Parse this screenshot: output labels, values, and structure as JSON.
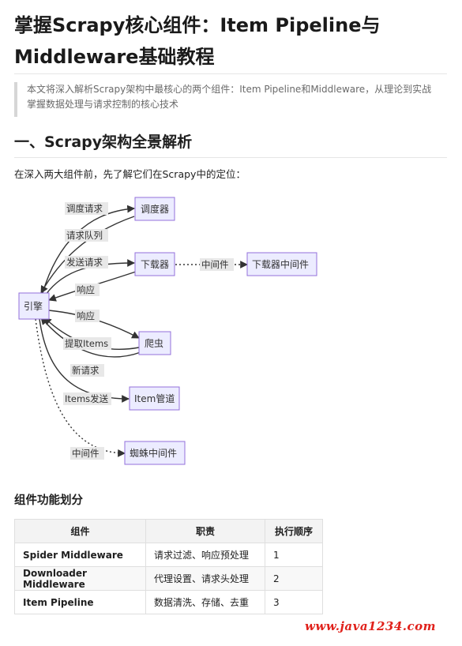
{
  "article": {
    "title": "掌握Scrapy核心组件：Item Pipeline与Middleware基础教程",
    "summary": "本文将深入解析Scrapy架构中最核心的两个组件：Item Pipeline和Middleware，从理论到实战掌握数据处理与请求控制的核心技术",
    "section1_heading": "一、Scrapy架构全景解析",
    "section1_intro": "在深入两大组件前，先了解它们在Scrapy中的定位："
  },
  "diagram": {
    "nodes": {
      "engine": "引擎",
      "scheduler": "调度器",
      "downloader": "下载器",
      "downloader_middleware": "下载器中间件",
      "spider": "爬虫",
      "item_pipeline": "Item管道",
      "spider_middleware": "蜘蛛中间件"
    },
    "edges": {
      "schedule_request": "调度请求",
      "request_queue": "请求队列",
      "send_request": "发送请求",
      "middleware_dl": "中间件",
      "response_back": "响应",
      "response_to_spider": "响应",
      "extract_items": "提取Items",
      "new_request": "新请求",
      "send_items": "Items发送",
      "middleware_spider": "中间件"
    }
  },
  "components": {
    "heading": "组件功能划分",
    "columns": [
      "组件",
      "职责",
      "执行顺序"
    ],
    "rows": [
      {
        "name": "Spider Middleware",
        "duty": "请求过滤、响应预处理",
        "order": "1"
      },
      {
        "name": "Downloader Middleware",
        "duty": "代理设置、请求头处理",
        "order": "2"
      },
      {
        "name": "Item Pipeline",
        "duty": "数据清洗、存储、去重",
        "order": "3"
      }
    ]
  },
  "watermark": "www.java1234.com"
}
